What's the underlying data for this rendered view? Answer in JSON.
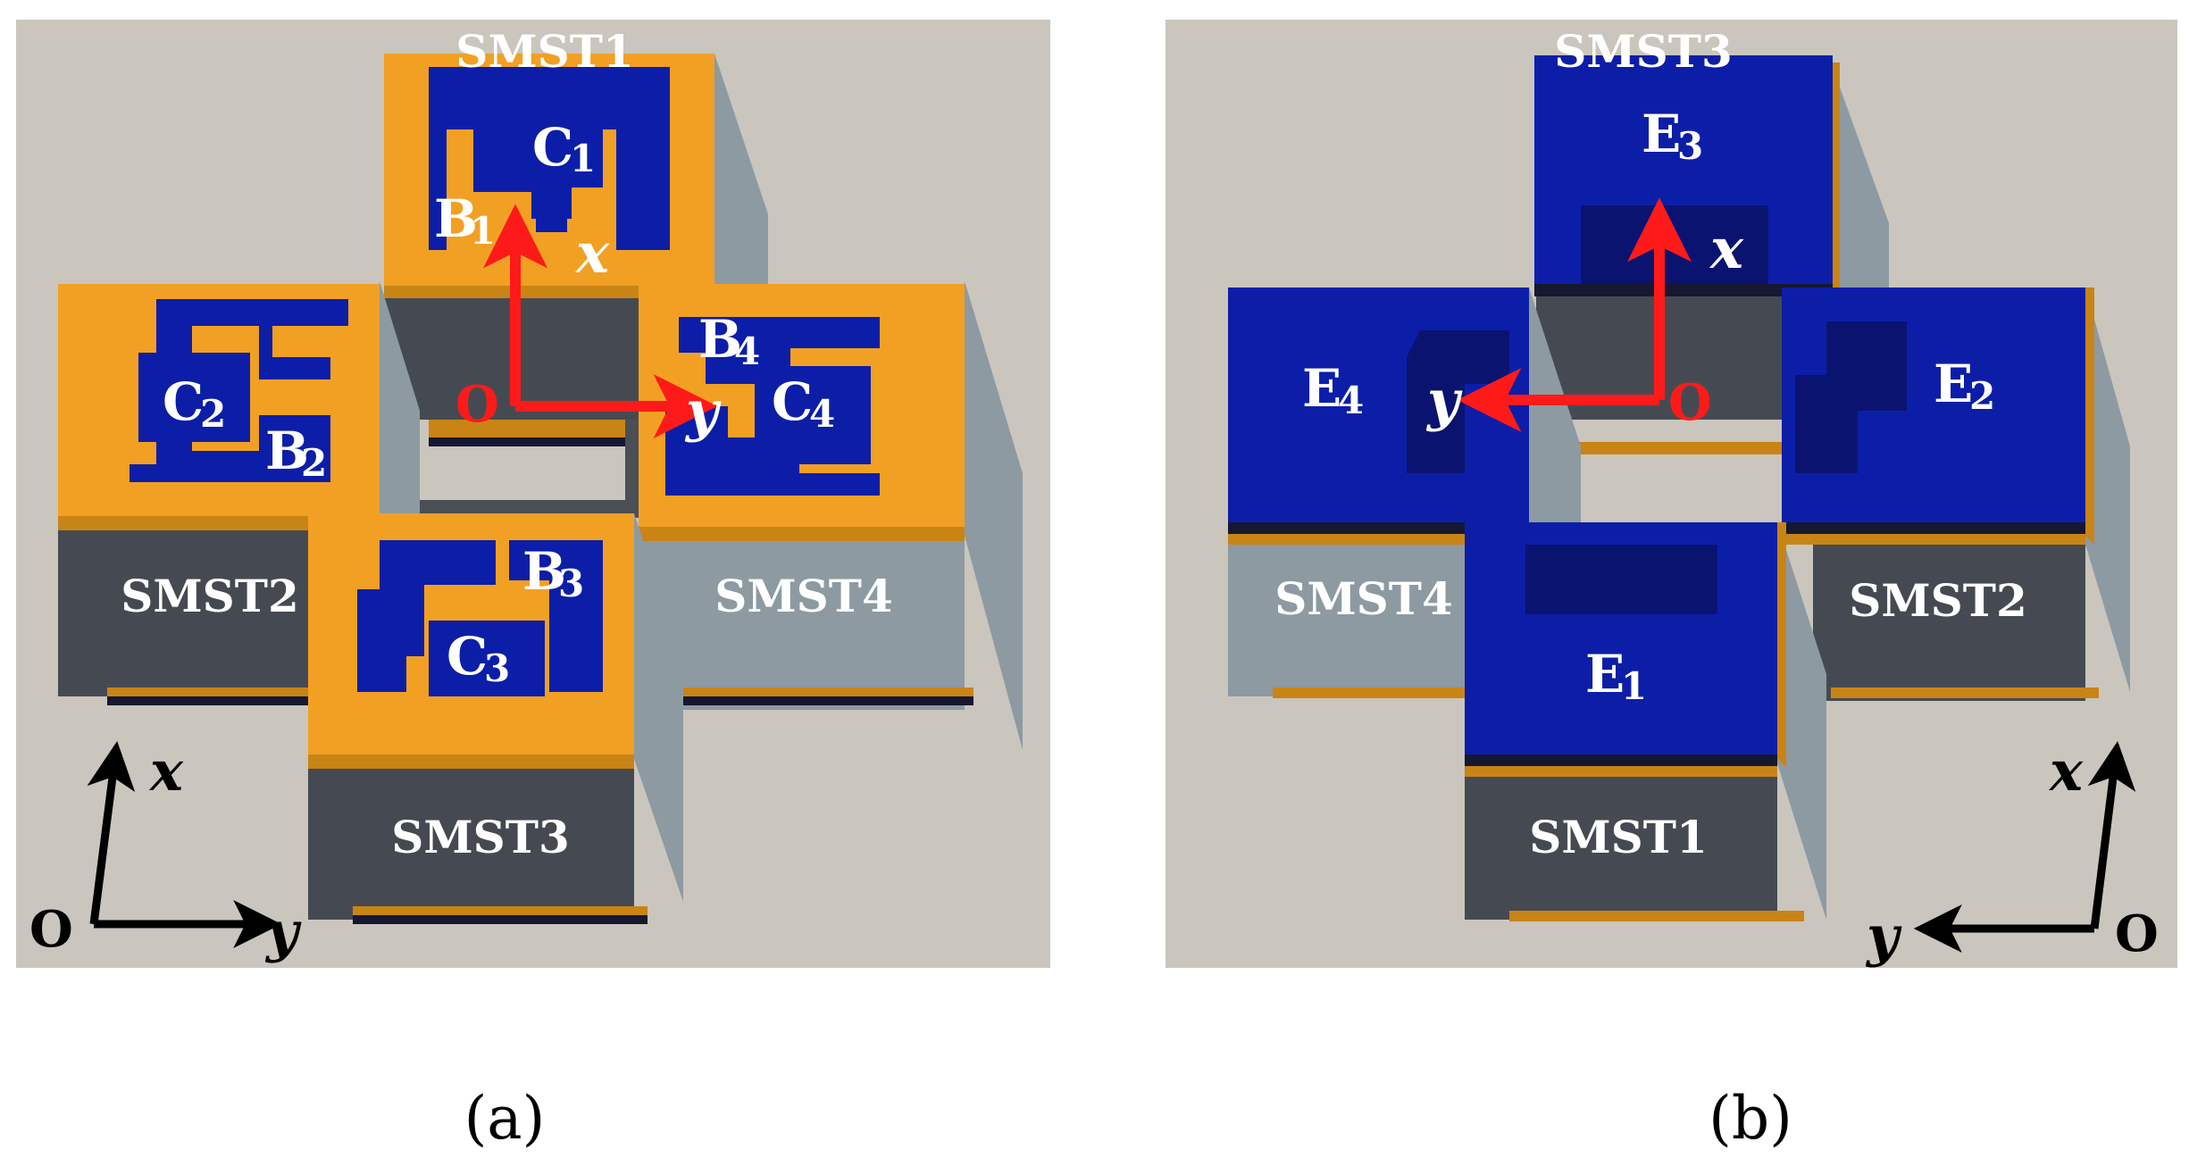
{
  "colors": {
    "background_panel": "#cac6bd",
    "gold": "#f2a023",
    "gold_dark": "#c98416",
    "blue_pad": "#0c1ea8",
    "blue_bright": "#1530d6",
    "side_dark": "#454a52",
    "side_light": "#8d9aa2",
    "red_axis": "#ff1a1a",
    "black_axis": "#000000"
  },
  "panel_a": {
    "caption": "(a)",
    "blocks": [
      {
        "label": "SMST1",
        "pads": [
          "C1",
          "B1"
        ]
      },
      {
        "label": "SMST2",
        "pads": [
          "C2",
          "B2"
        ]
      },
      {
        "label": "SMST3",
        "pads": [
          "C3",
          "B3"
        ]
      },
      {
        "label": "SMST4",
        "pads": [
          "C4",
          "B4"
        ]
      }
    ],
    "pad_labels": {
      "C1": {
        "base": "C",
        "sub": "1"
      },
      "B1": {
        "base": "B",
        "sub": "1"
      },
      "C2": {
        "base": "C",
        "sub": "2"
      },
      "B2": {
        "base": "B",
        "sub": "2"
      },
      "C3": {
        "base": "C",
        "sub": "3"
      },
      "B3": {
        "base": "B",
        "sub": "3"
      },
      "C4": {
        "base": "C",
        "sub": "4"
      },
      "B4": {
        "base": "B",
        "sub": "4"
      }
    },
    "local_axes": {
      "origin": "O",
      "x": "x",
      "y": "y"
    },
    "global_axes": {
      "origin": "O",
      "x": "x",
      "y": "y"
    }
  },
  "panel_b": {
    "caption": "(b)",
    "blocks": [
      {
        "label": "SMST1",
        "pad": "E1"
      },
      {
        "label": "SMST2",
        "pad": "E2"
      },
      {
        "label": "SMST3",
        "pad": "E3"
      },
      {
        "label": "SMST4",
        "pad": "E4"
      }
    ],
    "pad_labels": {
      "E1": {
        "base": "E",
        "sub": "1"
      },
      "E2": {
        "base": "E",
        "sub": "2"
      },
      "E3": {
        "base": "E",
        "sub": "3"
      },
      "E4": {
        "base": "E",
        "sub": "4"
      }
    },
    "local_axes": {
      "origin": "O",
      "x": "x",
      "y": "y"
    },
    "global_axes": {
      "origin": "O",
      "x": "x",
      "y": "y"
    }
  }
}
